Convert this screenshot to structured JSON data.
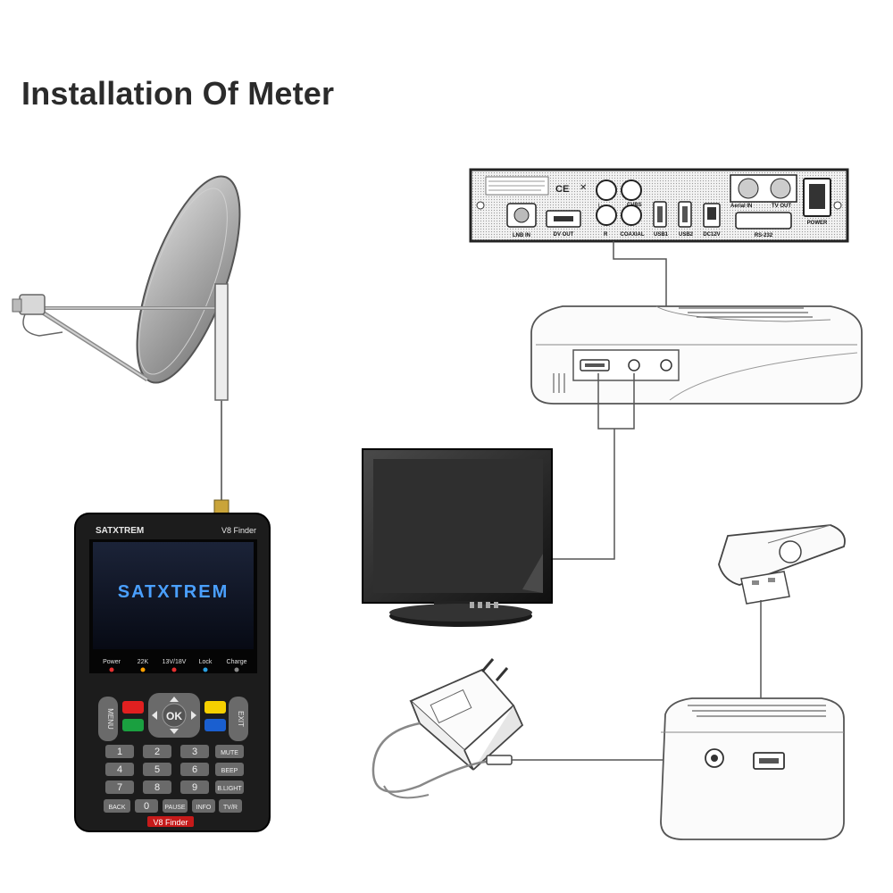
{
  "title": "Installation Of Meter",
  "receiver_panel": {
    "ports": {
      "lnb_in": "LNB IN",
      "dv_out": "DV OUT",
      "r": "R",
      "l": "L",
      "cvbs": "CVBS",
      "coaxial": "COAXIAL",
      "usb1": "USB1",
      "usb2": "USB2",
      "dc12v": "DC12V",
      "aerial_in": "Aerial IN",
      "tv_out": "TV OUT",
      "rs232": "RS-232",
      "power": "POWER"
    },
    "ce_mark": "CE"
  },
  "meter": {
    "brand": "SATXTREM",
    "model": "V8 Finder",
    "screen_logo": "SATXTREM",
    "indicators": [
      "Power",
      "22K",
      "13V/18V",
      "Lock",
      "Charge"
    ],
    "indicator_colors": [
      "#e53030",
      "#ffa000",
      "#e53030",
      "#2a9fe0",
      "#888888"
    ],
    "side_keys": {
      "menu": "MENU",
      "exit": "EXIT"
    },
    "ok": "OK",
    "keypad": [
      [
        "1",
        "2",
        "3",
        "MUTE"
      ],
      [
        "4",
        "5",
        "6",
        "BEEP"
      ],
      [
        "7",
        "8",
        "9",
        "B.LIGHT"
      ],
      [
        "BACK",
        "0",
        "PAUSE",
        "INFO",
        "TV/R"
      ]
    ],
    "bottom_label": "V8 Finder",
    "color_keys": [
      "#e02020",
      "#f6d000",
      "#1aa040",
      "#1a5fd0"
    ]
  },
  "devices": [
    "satellite-dish",
    "satellite-meter",
    "receiver-panel",
    "receiver-box",
    "tv-monitor",
    "usb-drive",
    "power-adapter",
    "receiver-box-rear"
  ]
}
